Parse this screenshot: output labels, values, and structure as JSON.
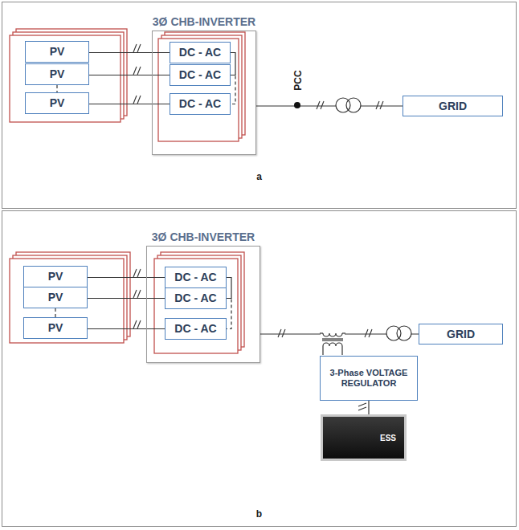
{
  "diagram": {
    "nodes": [
      {
        "text": [
          "a"
        ]
      },
      {
        "text": [
          "PV"
        ],
        "in": 0
      },
      {
        "text": [
          "PV"
        ],
        "in": 0
      },
      {
        "text": [
          "PV"
        ],
        "in": 0
      },
      {
        "text": [
          "3Ø CHB-INVERTER"
        ],
        "in": 0
      },
      {
        "text": [
          "DC - AC"
        ],
        "in": 4
      },
      {
        "text": [
          "DC - AC"
        ],
        "in": 4
      },
      {
        "text": [
          "DC - AC"
        ],
        "in": 4
      },
      {
        "text": [
          "GRID"
        ],
        "in": 0
      },
      {
        "text": [
          "b"
        ]
      },
      {
        "text": [
          "PV"
        ],
        "in": 9
      },
      {
        "text": [
          "PV"
        ],
        "in": 9
      },
      {
        "text": [
          "PV"
        ],
        "in": 9
      },
      {
        "text": [
          "3Ø CHB-INVERTER"
        ],
        "in": 9
      },
      {
        "text": [
          "DC - AC"
        ],
        "in": 13
      },
      {
        "text": [
          "DC - AC"
        ],
        "in": 13
      },
      {
        "text": [
          "DC - AC"
        ],
        "in": 13
      },
      {
        "text": [
          "GRID"
        ],
        "in": 9
      },
      {
        "text": [
          "3-Phase VOLTAGE REGULATOR"
        ],
        "in": 9
      },
      {
        "text": [
          "ESS"
        ],
        "in": 9
      }
    ],
    "edges": [
      {
        "from": 1,
        "to": 5,
        "arrow": "none"
      },
      {
        "from": 2,
        "to": 6,
        "arrow": "none"
      },
      {
        "from": 3,
        "to": 7,
        "arrow": "none"
      },
      {
        "from": 2,
        "to": 3,
        "arrow": "none"
      },
      {
        "from": 5,
        "to": 6,
        "arrow": "none"
      },
      {
        "from": 6,
        "to": 7,
        "arrow": "none"
      },
      {
        "from": 4,
        "to": 8,
        "arrow": "none"
      },
      {
        "from": 10,
        "to": 14,
        "arrow": "none"
      },
      {
        "from": 11,
        "to": 15,
        "arrow": "none"
      },
      {
        "from": 12,
        "to": 16,
        "arrow": "none"
      },
      {
        "from": 11,
        "to": 12,
        "arrow": "none"
      },
      {
        "from": 14,
        "to": 15,
        "arrow": "none"
      },
      {
        "from": 15,
        "to": 16,
        "arrow": "none"
      },
      {
        "from": 13,
        "to": 17,
        "arrow": "none"
      },
      {
        "from": 18,
        "to": 19,
        "arrow": "none"
      }
    ],
    "labels": [
      "PCC"
    ]
  }
}
